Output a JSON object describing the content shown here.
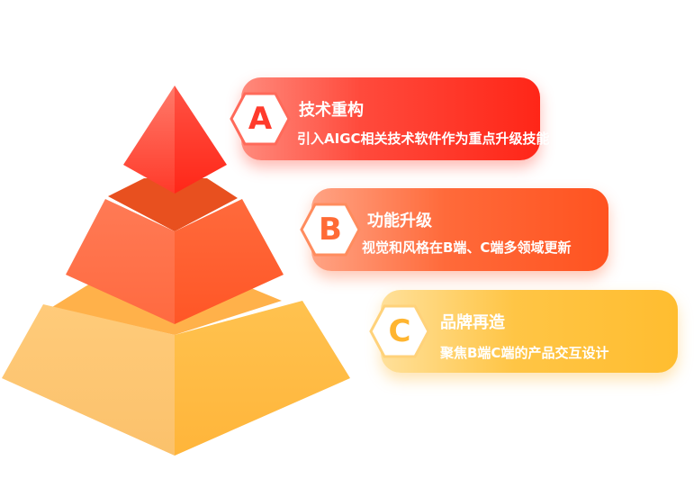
{
  "tiers": [
    {
      "letter": "A",
      "title": "技术重构",
      "description": "引入AIGC相关技术软件作为重点升级技能",
      "color": "#ff3b2c"
    },
    {
      "letter": "B",
      "title": "功能升级",
      "description": "视觉和风格在B端、C端多领域更新",
      "color": "#ff6b35"
    },
    {
      "letter": "C",
      "title": "品牌再造",
      "description": "聚焦B端C端的产品交互设计",
      "color": "#ffb530"
    }
  ]
}
